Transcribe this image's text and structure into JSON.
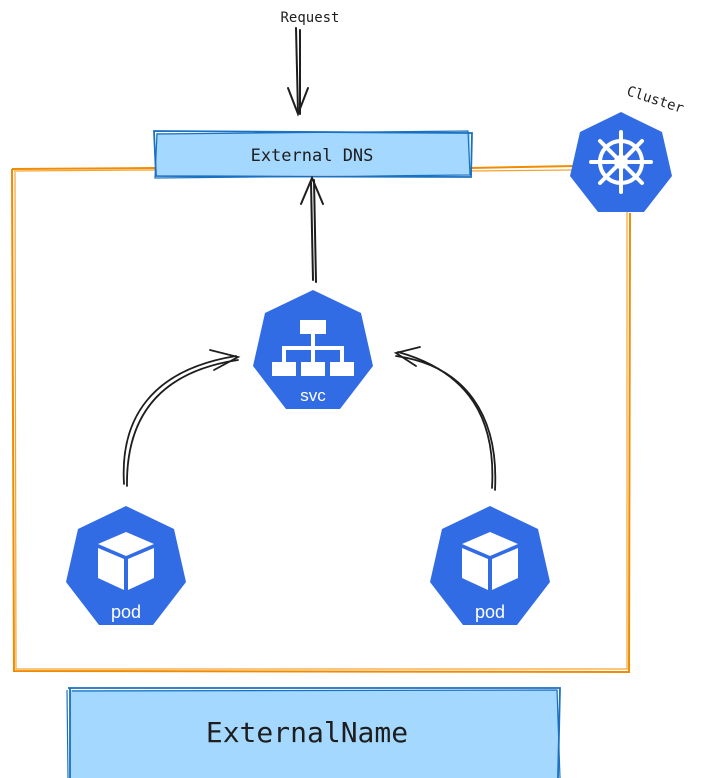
{
  "request": {
    "label": "Request"
  },
  "external_dns": {
    "label": "External DNS"
  },
  "cluster": {
    "label": "Cluster"
  },
  "service": {
    "label": "svc"
  },
  "pods": [
    {
      "label": "pod"
    },
    {
      "label": "pod"
    }
  ],
  "footer": {
    "label": "ExternalName"
  },
  "colors": {
    "k8s_blue": "#326CE5",
    "box_fill": "#A5D8FF",
    "box_stroke": "#1971C2",
    "cluster_border": "#F08C00",
    "arrow": "#1E1E1E"
  }
}
